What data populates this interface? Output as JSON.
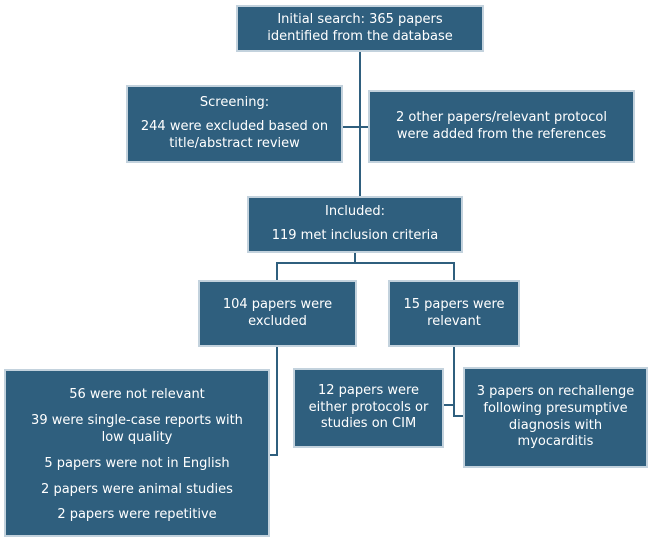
{
  "diagram": {
    "type": "flowchart",
    "colors": {
      "background": "#ffffff",
      "box_fill": "#2f5f7e",
      "box_border": "#c3d2dd",
      "line": "#2f5f7e",
      "text": "#ffffff"
    },
    "boxes": {
      "initial": "Initial search: 365 papers\nidentified from the database",
      "screening_title": "Screening:",
      "screening_body": "244 were excluded based on\ntitle/abstract review",
      "added": "2 other papers/relevant protocol\nwere added from the references",
      "included_title": "Included:",
      "included_body": "119 met inclusion criteria",
      "excluded": "104 papers were\nexcluded",
      "relevant": "15 papers were\nrelevant",
      "reasons": [
        "56 were not relevant",
        "39 were single-case reports with\nlow quality",
        "5 papers were not in English",
        "2 papers were animal studies",
        "2 papers were repetitive"
      ],
      "cim": "12 papers were\neither protocols or\nstudies on CIM",
      "rechallenge": "3 papers on rechallenge\nfollowing presumptive\ndiagnosis with\nmyocarditis"
    }
  }
}
